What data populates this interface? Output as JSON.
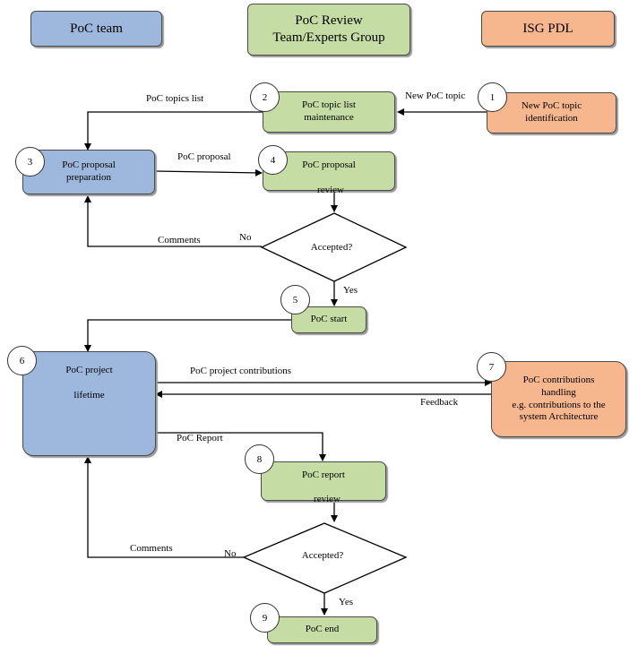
{
  "headers": {
    "poc_team": "PoC team",
    "review_group": "PoC Review\nTeam/Experts Group",
    "isg_pdl": "ISG PDL"
  },
  "steps": {
    "s1": {
      "num": "1",
      "text": "New PoC topic\nidentification"
    },
    "s2": {
      "num": "2",
      "text": "PoC topic list\nmaintenance"
    },
    "s3": {
      "num": "3",
      "text": "PoC proposal\npreparation"
    },
    "s4": {
      "num": "4",
      "text": "PoC proposal",
      "text_overflow": "review"
    },
    "s5": {
      "num": "5",
      "text": "PoC start"
    },
    "s6": {
      "num": "6",
      "text": "PoC project\n\nlifetime"
    },
    "s7": {
      "num": "7",
      "text": "PoC contributions\nhandling\ne.g. contributions to the\nsystem Architecture"
    },
    "s8": {
      "num": "8",
      "text": "PoC report",
      "text_overflow": "review"
    },
    "s9": {
      "num": "9",
      "text": "PoC end"
    }
  },
  "decisions": {
    "d1": "Accepted?",
    "d2": "Accepted?"
  },
  "edge_labels": {
    "new_poc_topic": "New PoC topic",
    "topics_list": "PoC topics list",
    "poc_proposal": "PoC proposal",
    "comments_1": "Comments",
    "no_1": "No",
    "yes_1": "Yes",
    "project_contributions": "PoC project contributions",
    "feedback": "Feedback",
    "poc_report": "PoC Report",
    "comments_2": "Comments",
    "no_2": "No",
    "yes_2": "Yes"
  },
  "colors": {
    "poc_team": "#9db8dc",
    "review_group": "#c5dda4",
    "isg_pdl": "#f6b68e"
  }
}
